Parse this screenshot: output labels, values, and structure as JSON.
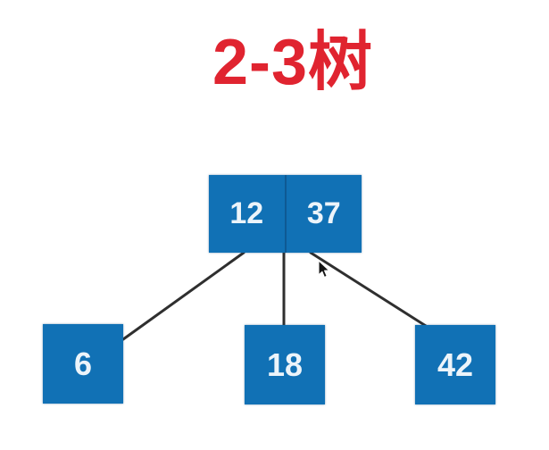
{
  "title": {
    "text": "2-3树"
  },
  "tree": {
    "type": "2-3-tree",
    "root": {
      "keys": [
        "12",
        "37"
      ]
    },
    "leaves": [
      {
        "key": "6"
      },
      {
        "key": "18"
      },
      {
        "key": "42"
      }
    ],
    "edges": [
      {
        "from": "root",
        "to": "leaf-6"
      },
      {
        "from": "root",
        "to": "leaf-18"
      },
      {
        "from": "root",
        "to": "leaf-42"
      }
    ]
  },
  "colors": {
    "title_red": "#e02430",
    "node_fill": "#1171b5",
    "node_text": "#ecf4fa",
    "edge": "#2f2f2f",
    "background": "#ffffff"
  },
  "cursor": {
    "icon": "arrow-cursor"
  }
}
